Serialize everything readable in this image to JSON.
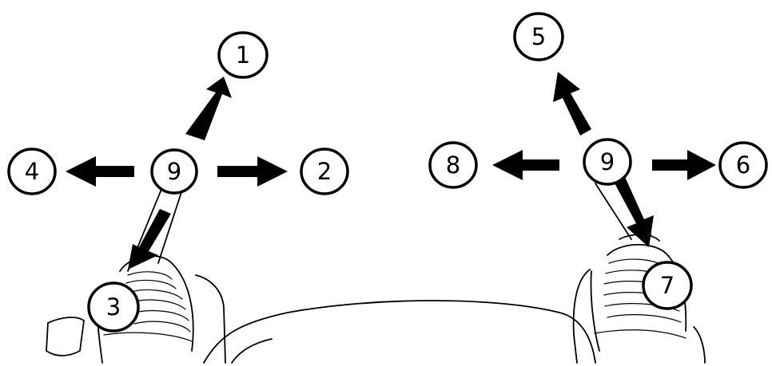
{
  "left_joystick": {
    "center_label": "9",
    "positions": [
      {
        "label": "1",
        "direction": "forward-right"
      },
      {
        "label": "2",
        "direction": "right"
      },
      {
        "label": "3",
        "direction": "back"
      },
      {
        "label": "4",
        "direction": "left"
      }
    ]
  },
  "right_joystick": {
    "center_label": "9",
    "positions": [
      {
        "label": "5",
        "direction": "forward-left"
      },
      {
        "label": "6",
        "direction": "right"
      },
      {
        "label": "7",
        "direction": "back"
      },
      {
        "label": "8",
        "direction": "left"
      }
    ]
  },
  "colors": {
    "ink": "#000000",
    "background": "#ffffff"
  }
}
